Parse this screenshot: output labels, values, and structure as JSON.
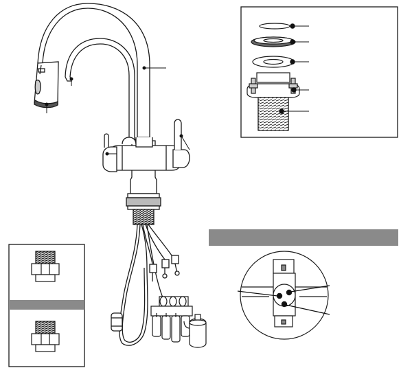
{
  "figure": {
    "main_view": "faucet-assembly",
    "detail_views": [
      "mounting-hardware-exploded",
      "connector-adapters",
      "base-port-view"
    ],
    "colors": {
      "line": "#1a1a1a",
      "banner": "#8a8a8a",
      "background": "#ffffff"
    },
    "text_labels": []
  }
}
